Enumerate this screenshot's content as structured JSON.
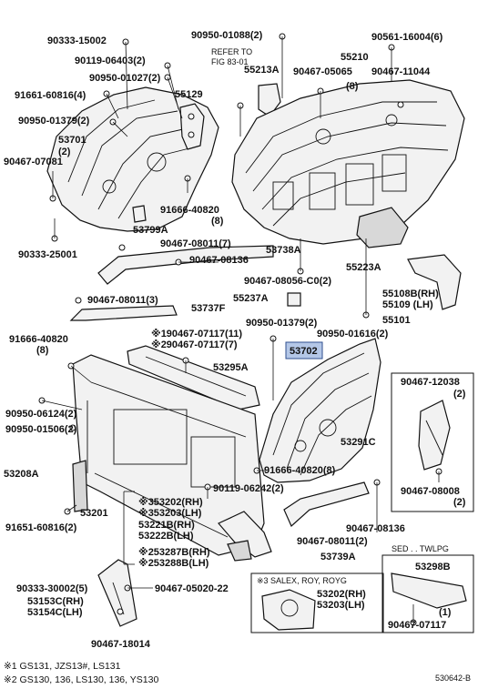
{
  "labels": {
    "p90333_15002": "90333-15002",
    "p90119_06403": "90119-06403(2)",
    "p90950_01027": "90950-01027(2)",
    "p91661_60816": "91661-60816(4)",
    "p90950_01379a": "90950-01379(2)",
    "p53701": "53701",
    "p53701_q": "(2)",
    "p90467_07081": "90467-07081",
    "p55129": "55129",
    "p90950_01088": "90950-01088(2)",
    "refer_to": "REFER TO",
    "fig_ref": "FIG 83-01",
    "p55213A": "55213A",
    "p90467_05065": "90467-05065",
    "p90467_05065_q": "(8)",
    "p90561_16004": "90561-16004(6)",
    "p55210": "55210",
    "p90467_11044": "90467-11044",
    "p91666_40820a": "91666-40820",
    "p91666_40820a_q": "(8)",
    "p53799A": "53799A",
    "p90333_25001": "90333-25001",
    "p90467_08011a": "90467-08011(7)",
    "p90467_08136a": "90467-08136",
    "p53738A": "53738A",
    "p55223A": "55223A",
    "p90467_08056": "90467-08056-C0(2)",
    "p55108B": "55108B(RH)",
    "p55109": "55109 (LH)",
    "p90467_08011b": "90467-08011(3)",
    "p53737F": "53737F",
    "p55237A": "55237A",
    "p55101": "55101",
    "p91666_40820b": "91666-40820",
    "p91666_40820b_q": "(8)",
    "p190467_07117": "※190467-07117(11)",
    "p290467_07117": "※290467-07117(7)",
    "p90950_01379b": "90950-01379(2)",
    "p90950_01616": "90950-01616(2)",
    "p53702": "53702",
    "p53295A": "53295A",
    "p90467_12038": "90467-12038",
    "p90467_12038_q": "(2)",
    "p90950_06124": "90950-06124(2)",
    "p90950_01506": "90950-01506(2)",
    "p53291C": "53291C",
    "p53208A": "53208A",
    "p91666_40820c": "91666-40820(8)",
    "p90119_06242": "90119-06242(2)",
    "p90467_08008": "90467-08008",
    "p90467_08008_q": "(2)",
    "p53201": "53201",
    "p353202": "※353202(RH)",
    "p353203": "※353203(LH)",
    "p53221B": "53221B(RH)",
    "p53222B": "53222B(LH)",
    "p91651_60816": "91651-60816(2)",
    "p90467_08011c": "90467-08011(2)",
    "p90467_08136b": "90467-08136",
    "p53739A": "53739A",
    "p253287B": "※253287B(RH)",
    "p253288B": "※253288B(LH)",
    "sed_twlpg": "SED . . TWLPG",
    "p53298B": "53298B",
    "p90333_30002": "90333-30002(5)",
    "p90467_05020": "90467-05020-22",
    "p53153C": "53153C(RH)",
    "p53154C": "53154C(LH)",
    "note3": "※3 SALEX, ROY, ROYG",
    "p53202": "53202(RH)",
    "p53203": "53203(LH)",
    "p53298B_q": "(1)",
    "p90467_07117": "90467-07117",
    "p90467_18014": "90467-18014"
  },
  "footnotes": {
    "note1": "※1 GS131, JZS13#, LS131",
    "note2": "※2 GS130, 136, LS130, 136, YS130"
  },
  "figure_code": "530642-B",
  "colors": {
    "highlight": "#b4c7e7",
    "ink": "#111111"
  }
}
